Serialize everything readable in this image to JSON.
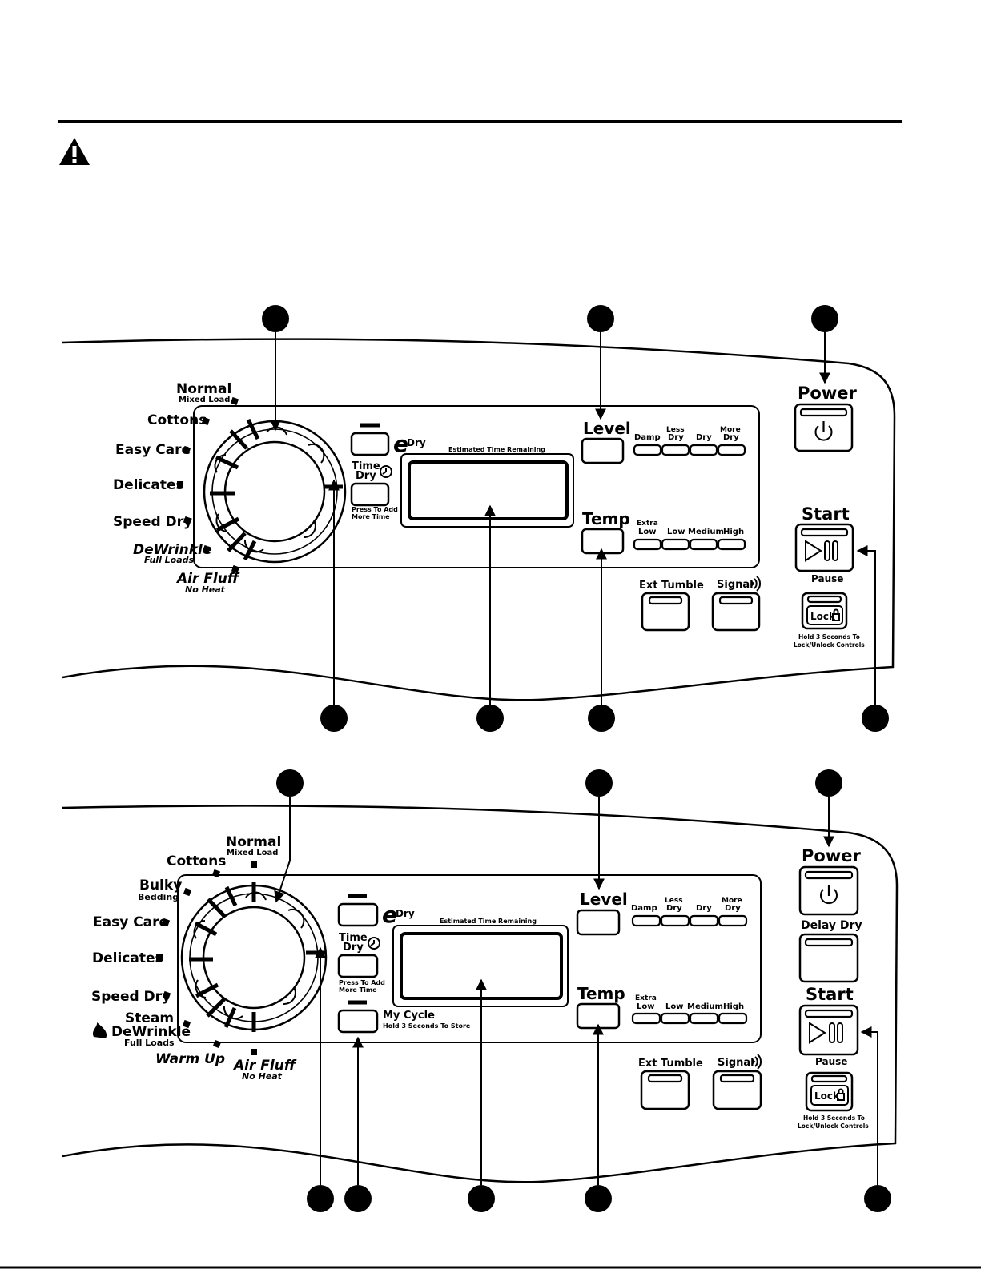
{
  "panel1": {
    "cycles": {
      "normal": "Normal",
      "normal_sub": "Mixed Load",
      "cottons": "Cottons",
      "easy_care": "Easy Care",
      "delicates": "Delicates",
      "speed_dry": "Speed Dry",
      "dewrinkle": "DeWrinkle",
      "dewrinkle_sub": "Full Loads",
      "air_fluff": "Air Fluff",
      "air_fluff_sub": "No Heat"
    },
    "edry": "Dry",
    "time": "Time",
    "dry": "Dry",
    "press_add_1": "Press To Add",
    "press_add_2": "More Time",
    "est_time": "Estimated Time Remaining",
    "level": "Level",
    "temp": "Temp",
    "level_opts": [
      "Damp",
      "Less",
      "Dry",
      "Dry",
      "More",
      "Dry"
    ],
    "temp_opts": [
      "Extra",
      "Low",
      "Low",
      "Medium",
      "High"
    ],
    "ext_tumble": "Ext Tumble",
    "signal": "Signal",
    "power": "Power",
    "start": "Start",
    "pause": "Pause",
    "lock": "Lock",
    "lock_hint_1": "Hold 3 Seconds To",
    "lock_hint_2": "Lock/Unlock Controls"
  },
  "panel2": {
    "cycles": {
      "normal": "Normal",
      "normal_sub": "Mixed Load",
      "cottons": "Cottons",
      "bulky": "Bulky",
      "bulky_sub": "Bedding",
      "easy_care": "Easy Care",
      "delicates": "Delicates",
      "speed_dry": "Speed Dry",
      "steam": "Steam",
      "dewrinkle": "DeWrinkle",
      "dewrinkle_sub": "Full Loads",
      "warm_up": "Warm Up",
      "air_fluff": "Air Fluff",
      "air_fluff_sub": "No Heat"
    },
    "edry": "Dry",
    "time": "Time",
    "dry": "Dry",
    "press_add_1": "Press To Add",
    "press_add_2": "More Time",
    "my_cycle": "My Cycle",
    "my_cycle_hint": "Hold 3 Seconds To Store",
    "est_time": "Estimated Time Remaining",
    "level": "Level",
    "temp": "Temp",
    "level_opts": [
      "Damp",
      "Less",
      "Dry",
      "Dry",
      "More",
      "Dry"
    ],
    "temp_opts": [
      "Extra",
      "Low",
      "Low",
      "Medium",
      "High"
    ],
    "ext_tumble": "Ext Tumble",
    "signal": "Signal",
    "power": "Power",
    "delay_dry": "Delay Dry",
    "start": "Start",
    "pause": "Pause",
    "lock": "Lock",
    "lock_hint_1": "Hold 3 Seconds To",
    "lock_hint_2": "Lock/Unlock Controls"
  },
  "icons": [
    "warning-icon",
    "edry-e-icon",
    "clock-icon",
    "power-icon",
    "play-pause-icon",
    "lock-icon",
    "signal-icon",
    "steam-icon"
  ],
  "colors": {
    "ink": "#000000",
    "paper": "#ffffff"
  }
}
